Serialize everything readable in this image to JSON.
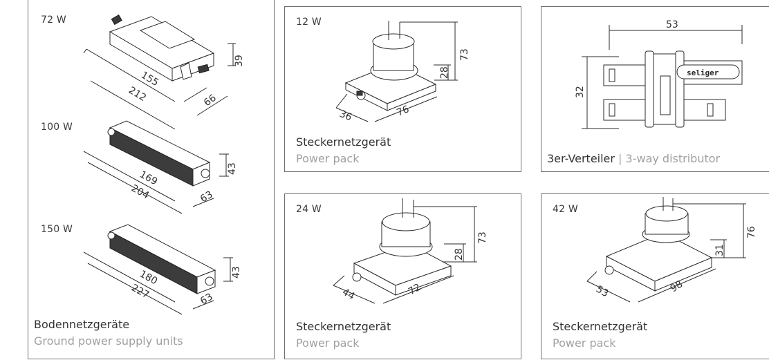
{
  "ground_panel": {
    "items": [
      {
        "watt": "72 W",
        "dims": [
          "155",
          "212",
          "39",
          "66"
        ]
      },
      {
        "watt": "100 W",
        "dims": [
          "169",
          "204",
          "43",
          "63"
        ]
      },
      {
        "watt": "150 W",
        "dims": [
          "180",
          "227",
          "43",
          "63"
        ]
      }
    ],
    "caption_de": "Bodennetzgeräte",
    "caption_en": "Ground power supply units"
  },
  "pack_12w": {
    "watt": "12 W",
    "dims": [
      "28",
      "73",
      "36",
      "76"
    ],
    "caption_de": "Steckernetzgerät",
    "caption_en": "Power pack"
  },
  "distributor": {
    "dims": [
      "53",
      "32"
    ],
    "logo_text": "seliger",
    "caption_de": "3er-Verteiler",
    "caption_sep": " | ",
    "caption_en": "3-way distributor"
  },
  "pack_24w": {
    "watt": "24 W",
    "dims": [
      "28",
      "73",
      "44",
      "72"
    ],
    "caption_de": "Steckernetzgerät",
    "caption_en": "Power pack"
  },
  "pack_42w": {
    "watt": "42 W",
    "dims": [
      "31",
      "76",
      "53",
      "98"
    ],
    "caption_de": "Steckernetzgerät",
    "caption_en": "Power pack"
  }
}
